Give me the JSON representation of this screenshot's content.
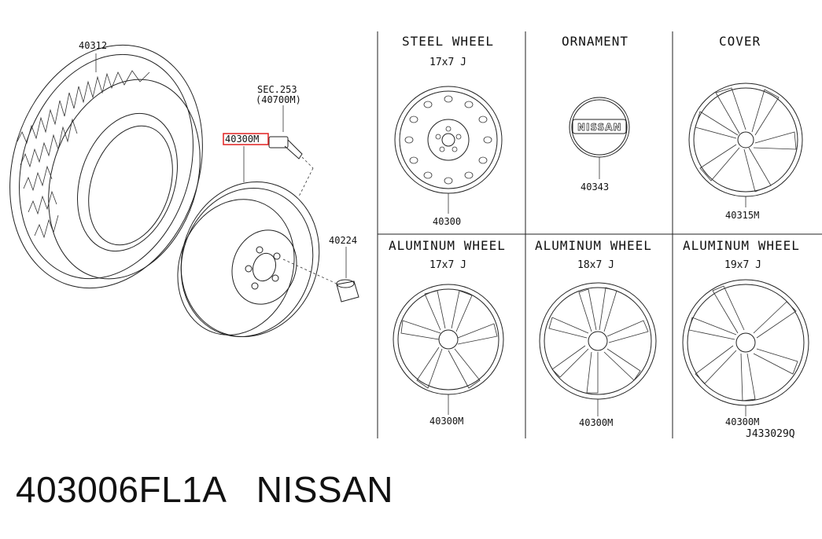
{
  "diagram": {
    "tire_label": "40312",
    "sensor_sec_label": "SEC.253",
    "sensor_part_label": "(40700M)",
    "wheel_label_highlighted": "40300M",
    "highlight_color": "#e02020",
    "nut_label": "40224",
    "code": "J433029Q"
  },
  "panels": [
    {
      "title": "STEEL WHEEL",
      "size": "17x7 J",
      "part": "40300"
    },
    {
      "title": "ORNAMENT",
      "size": "",
      "part": "40343",
      "badge_text": "NISSAN"
    },
    {
      "title": "COVER",
      "size": "",
      "part": "40315M"
    },
    {
      "title": "ALUMINUM WHEEL",
      "size": "17x7 J",
      "part": "40300M"
    },
    {
      "title": "ALUMINUM WHEEL",
      "size": "18x7 J",
      "part": "40300M"
    },
    {
      "title": "ALUMINUM WHEEL",
      "size": "19x7 J",
      "part": "40300M"
    }
  ],
  "caption": {
    "part_number": "403006FL1A",
    "brand": "NISSAN"
  }
}
